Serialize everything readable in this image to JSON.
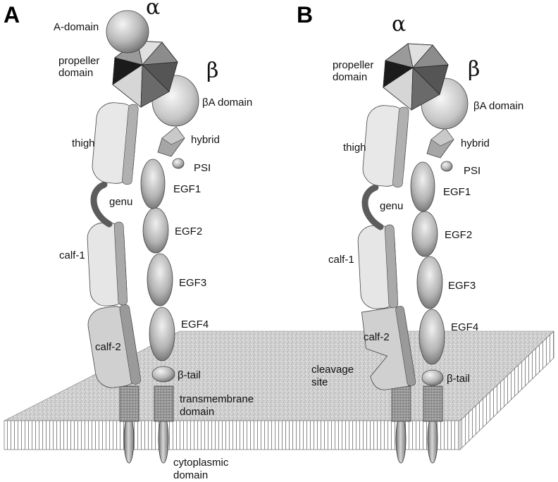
{
  "panel_a": {
    "letter": "A",
    "alpha": "α",
    "beta": "β",
    "labels": {
      "a_domain": "A-domain",
      "propeller_1": "propeller",
      "propeller_2": "domain",
      "beta_a": "βA domain",
      "hybrid": "hybrid",
      "thigh": "thigh",
      "psi": "PSI",
      "egf1": "EGF1",
      "genu": "genu",
      "egf2": "EGF2",
      "calf1": "calf-1",
      "egf3": "EGF3",
      "egf4": "EGF4",
      "calf2": "calf-2",
      "beta_tail": "β-tail",
      "tm_1": "transmembrane",
      "tm_2": "domain",
      "cyto_1": "cytoplasmic",
      "cyto_2": "domain"
    }
  },
  "panel_b": {
    "letter": "B",
    "alpha": "α",
    "beta": "β",
    "labels": {
      "propeller_1": "propeller",
      "propeller_2": "domain",
      "beta_a": "βA domain",
      "hybrid": "hybrid",
      "thigh": "thigh",
      "psi": "PSI",
      "egf1": "EGF1",
      "genu": "genu",
      "egf2": "EGF2",
      "calf1": "calf-1",
      "egf3": "EGF3",
      "egf4": "EGF4",
      "calf2": "calf-2",
      "cleavage_1": "cleavage",
      "cleavage_2": "site",
      "beta_tail": "β-tail"
    }
  }
}
